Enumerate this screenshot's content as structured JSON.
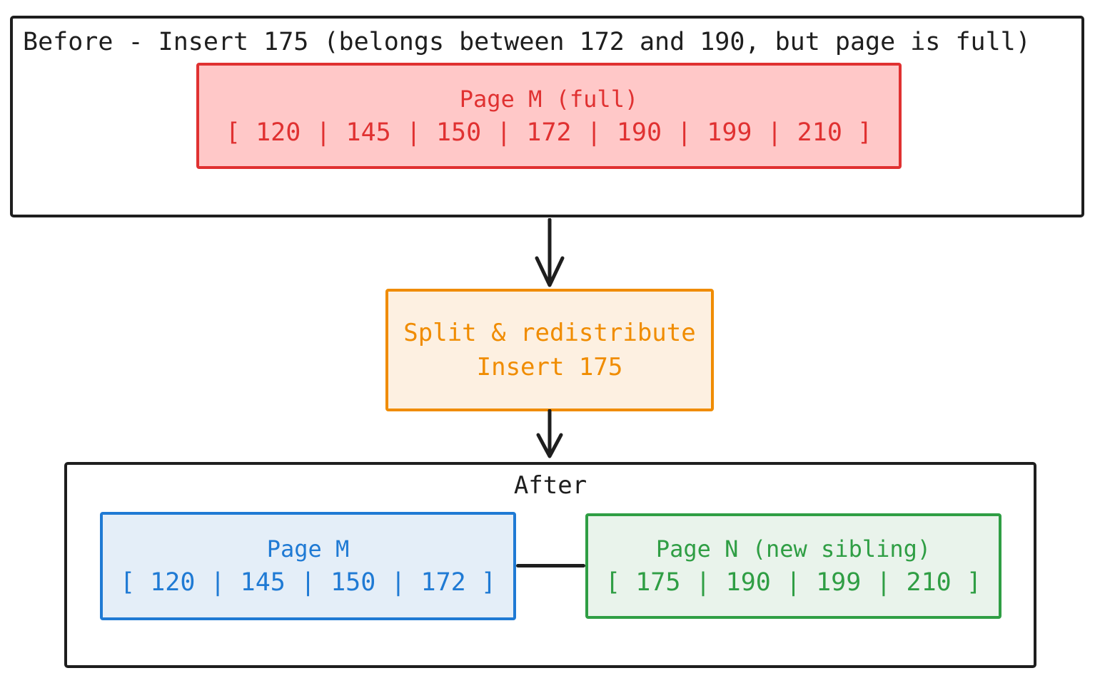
{
  "colors": {
    "ink": "#1e1e1e",
    "red_stroke": "#e03131",
    "red_fill": "#ffc8c8",
    "orange_stroke": "#f08c00",
    "orange_fill": "#fdf0e1",
    "blue_stroke": "#1f7ad4",
    "blue_fill": "#e4eef8",
    "green_stroke": "#2f9e44",
    "green_fill": "#e9f3eb"
  },
  "diagram": {
    "before": {
      "title": "Before - Insert 175 (belongs between 172 and 190, but page is full)",
      "page_m": {
        "title": "Page M (full)",
        "values": "[ 120 | 145 | 150 | 172 | 190 | 199 | 210 ]"
      }
    },
    "operation": {
      "line1": "Split & redistribute",
      "line2": "Insert 175"
    },
    "after": {
      "title": "After",
      "page_m": {
        "title": "Page M",
        "values": "[ 120 | 145 | 150 | 172 ]"
      },
      "page_n": {
        "title": "Page N (new sibling)",
        "values": "[ 175 | 190 | 199 | 210 ]"
      }
    }
  }
}
